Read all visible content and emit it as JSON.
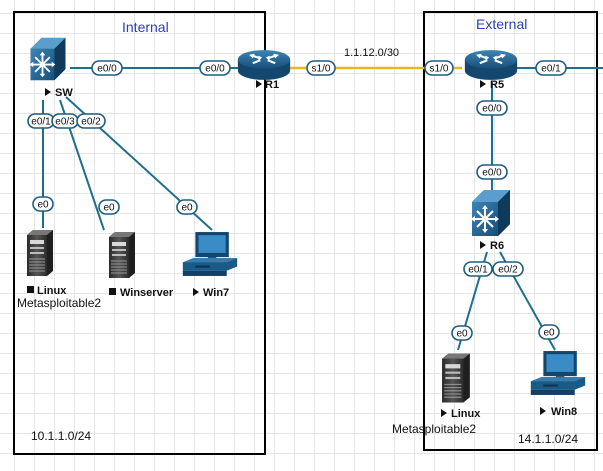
{
  "zones": {
    "internal": {
      "title": "Internal",
      "subnet": "10.1.1.0/24"
    },
    "external": {
      "title": "External",
      "subnet": "14.1.1.0/24"
    }
  },
  "serial_link": {
    "network": "1.1.12.0/30"
  },
  "devices": {
    "sw": {
      "name": "SW"
    },
    "r1": {
      "name": "R1"
    },
    "r5": {
      "name": "R5"
    },
    "r6": {
      "name": "R6"
    },
    "linux_int": {
      "name": "Linux",
      "sub": "Metasploitable2"
    },
    "winserver": {
      "name": "Winserver"
    },
    "win7": {
      "name": "Win7"
    },
    "linux_ext": {
      "name": "Linux",
      "sub": "Metasploitable2"
    },
    "win8": {
      "name": "Win8"
    }
  },
  "ports": {
    "sw_r1": "e0/0",
    "r1_sw": "e0/0",
    "r1_r5": "s1/0",
    "r5_r1": "s1/0",
    "r5_out": "e0/1",
    "r5_r6": "e0/0",
    "r6_r5": "e0/0",
    "sw_linux": "e0/1",
    "sw_winserver": "e0/3",
    "sw_win7": "e0/2",
    "linux_int": "e0",
    "winserver": "e0",
    "win7": "e0",
    "r6_linux": "e0/1",
    "r6_win8": "e0/2",
    "linux_ext": "e0",
    "win8": "e0"
  },
  "colors": {
    "zone_title": "#2e3db8",
    "link": "#1f6f8b",
    "serial": "#e8b820",
    "device": "#1a5a87"
  },
  "icons": {
    "switch": "switch-icon",
    "router": "router-icon",
    "server": "server-icon",
    "pc": "pc-icon"
  }
}
